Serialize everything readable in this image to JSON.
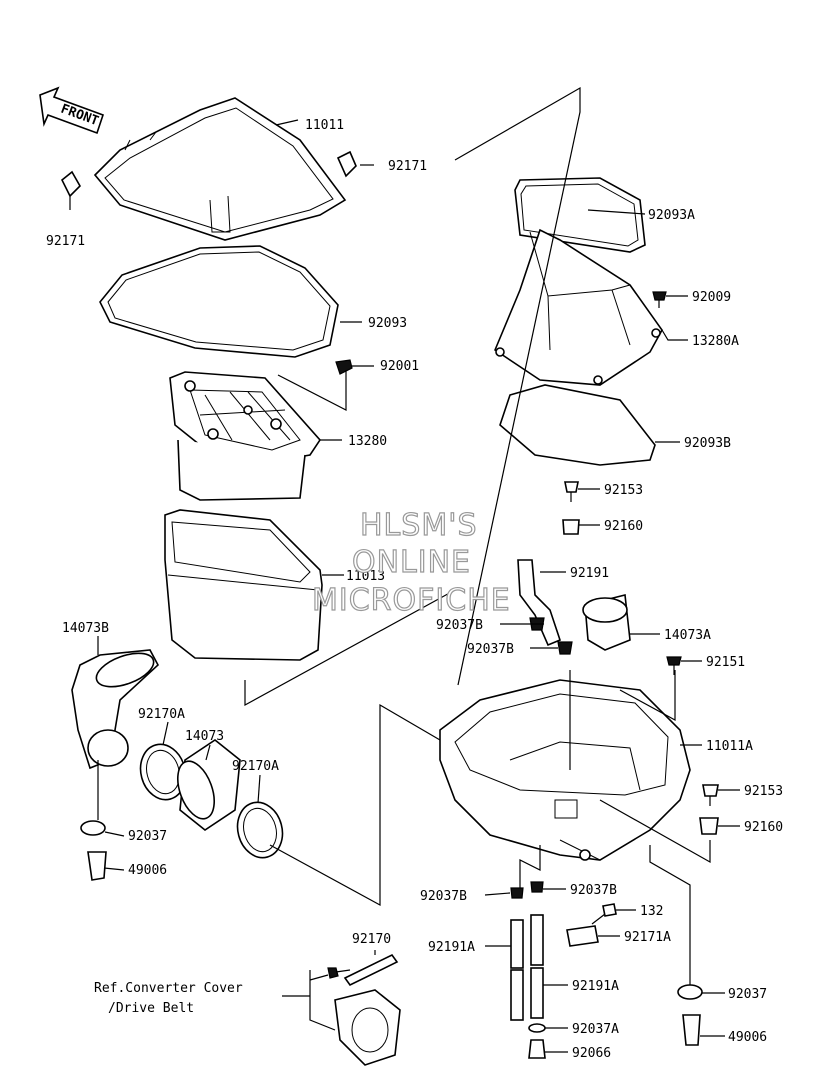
{
  "diagram": {
    "front_label": "FRONT",
    "watermark": [
      "HLSM'S",
      "ONLINE",
      "MICROFICHE"
    ],
    "reference_note": [
      "Ref.Converter Cover",
      "/Drive Belt"
    ],
    "part_labels": {
      "p11011": "11011",
      "p92171_top": "92171",
      "p92171_left": "92171",
      "p92093": "92093",
      "p92001": "92001",
      "p13280": "13280",
      "p11013": "11013",
      "p14073B": "14073B",
      "p92170A_left": "92170A",
      "p14073": "14073",
      "p92170A_right": "92170A",
      "p92037_left": "92037",
      "p49006_left": "49006",
      "p92170": "92170",
      "p92093A": "92093A",
      "p92009": "92009",
      "p13280A": "13280A",
      "p92093B": "92093B",
      "p92153_top": "92153",
      "p92160_top": "92160",
      "p92191": "92191",
      "p92037B_1": "92037B",
      "p14073A": "14073A",
      "p92037B_2": "92037B",
      "p92151": "92151",
      "p11011A": "11011A",
      "p92153_right": "92153",
      "p92160_right": "92160",
      "p92037B_3": "92037B",
      "p92037B_4": "92037B",
      "p132": "132",
      "p92171A": "92171A",
      "p92191A_1": "92191A",
      "p92191A_2": "92191A",
      "p92037_right": "92037",
      "p92037A": "92037A",
      "p92066": "92066",
      "p49006_right": "49006"
    }
  }
}
